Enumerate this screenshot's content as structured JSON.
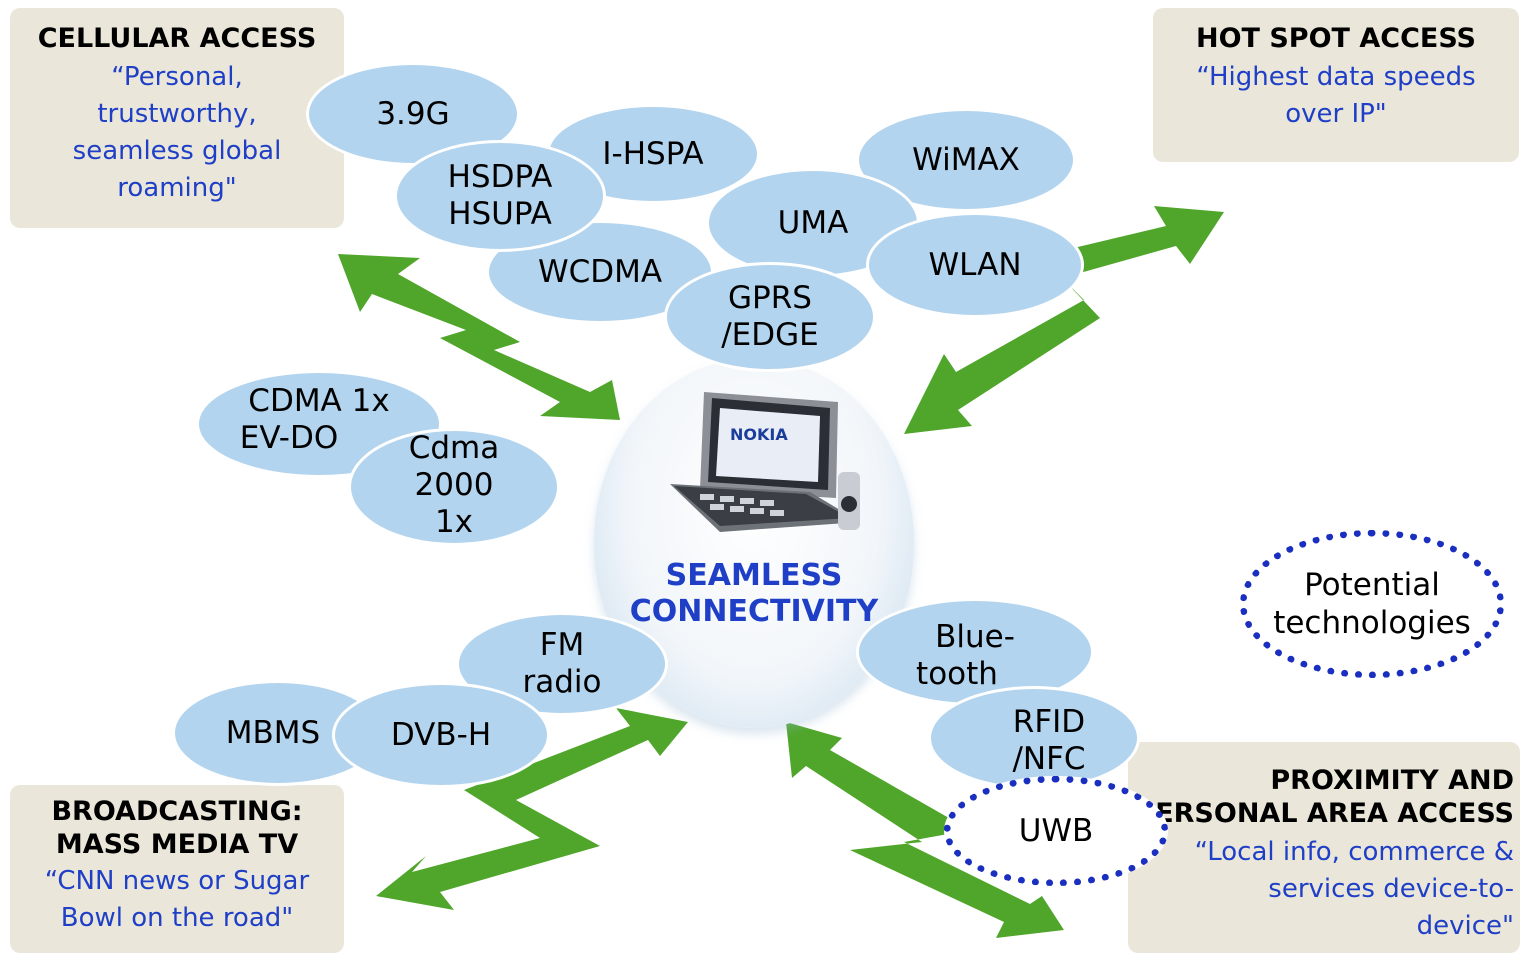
{
  "center": {
    "label_line1": "SEAMLESS",
    "label_line2": "CONNECTIVITY",
    "device_logo_text": "NOKIA"
  },
  "boxes": {
    "cellular": {
      "title": "CELLULAR ACCESS",
      "quote": "“Personal, trustworthy, seamless global roaming\""
    },
    "hotspot": {
      "title": "HOT SPOT ACCESS",
      "quote": "“Highest data speeds over IP\""
    },
    "broadcast": {
      "title_line1": "BROADCASTING:",
      "title_line2": "MASS MEDIA TV",
      "quote": "“CNN news or Sugar Bowl on the road\""
    },
    "proximity": {
      "title_line1": "PROXIMITY AND",
      "title_line2": "PERSONAL AREA ACCESS",
      "quote": "“Local info, commerce & services device-to-device\""
    }
  },
  "technologies": {
    "t39g": "3.9G",
    "ihspa": "I-HSPA",
    "hsdpa_l1": "HSDPA",
    "hsdpa_l2": "HSUPA",
    "wcdma": "WCDMA",
    "uma": "UMA",
    "wimax": "WiMAX",
    "wlan": "WLAN",
    "gprs_l1": "GPRS",
    "gprs_l2": "/EDGE",
    "cdma1x_l1": "CDMA 1x",
    "cdma1x_l2": "EV-DO",
    "cdma2000_l1": "Cdma",
    "cdma2000_l2": "2000",
    "cdma2000_l3": "1x",
    "fm_l1": "FM",
    "fm_l2": "radio",
    "mbms": "MBMS",
    "dvbh": "DVB-H",
    "bt_l1": "Blue-",
    "bt_l2": "tooth",
    "rfid_l1": "RFID",
    "rfid_l2": "/NFC",
    "uwb": "UWB"
  },
  "legend": {
    "line1": "Potential",
    "line2": "technologies"
  },
  "colors": {
    "arrow": "#4fa62a",
    "oval": "#b3d4ee",
    "box": "#eae7da",
    "quote": "#1f3fc7",
    "dotted": "#1a2fbf"
  }
}
